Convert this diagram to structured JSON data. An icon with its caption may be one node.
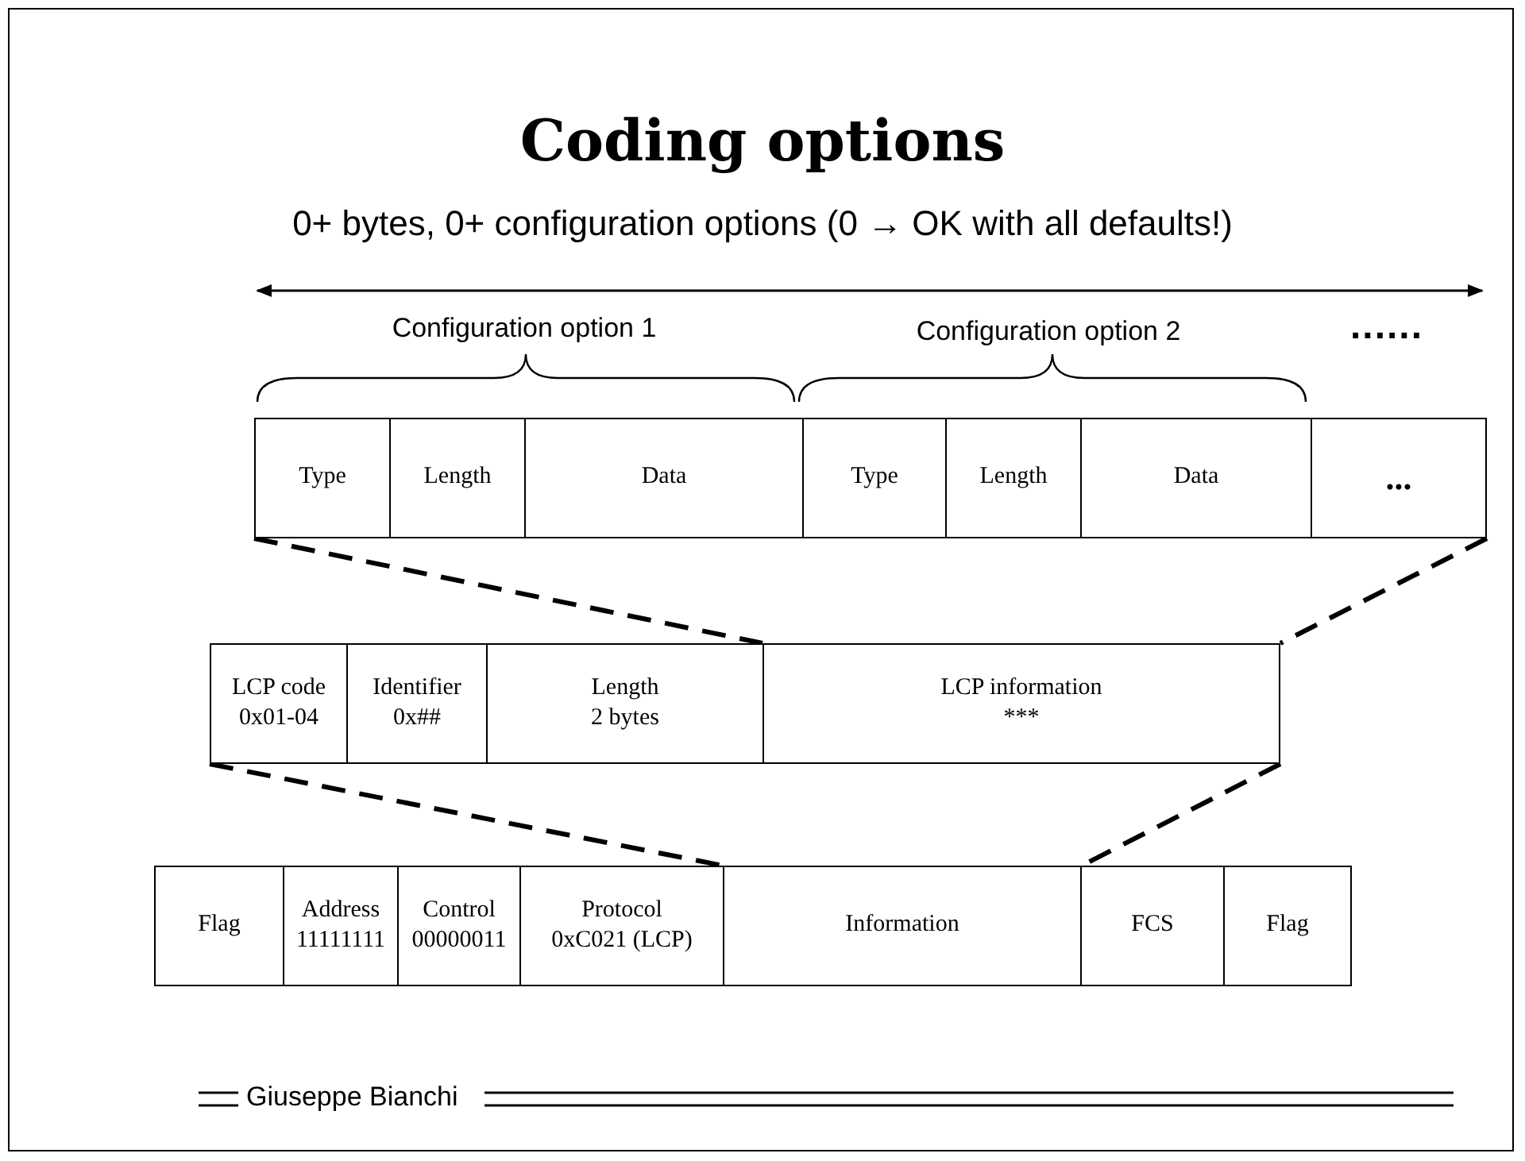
{
  "diagram": {
    "title": "Coding options",
    "nodes": [
      {
        "text": [
          "Type"
        ]
      },
      {
        "text": [
          "Length"
        ]
      },
      {
        "text": [
          "Data"
        ]
      },
      {
        "text": [
          "Type"
        ]
      },
      {
        "text": [
          "Length"
        ]
      },
      {
        "text": [
          "Data"
        ]
      },
      {
        "text": [
          "..."
        ]
      },
      {
        "text": [
          "LCP code",
          "0x01-04"
        ]
      },
      {
        "text": [
          "Identifier",
          "0x##"
        ]
      },
      {
        "text": [
          "Length",
          "2 bytes"
        ]
      },
      {
        "text": [
          "LCP information",
          "***"
        ]
      },
      {
        "text": [
          "Flag"
        ]
      },
      {
        "text": [
          "Address",
          "11111111"
        ]
      },
      {
        "text": [
          "Control",
          "00000011"
        ]
      },
      {
        "text": [
          "Protocol",
          "0xC021 (LCP)"
        ]
      },
      {
        "text": [
          "Information"
        ]
      },
      {
        "text": [
          "FCS"
        ]
      },
      {
        "text": [
          "Flag"
        ]
      }
    ],
    "edges": [
      {
        "from": 0,
        "to": 10,
        "arrow": "none",
        "style": "dashed"
      },
      {
        "from": 6,
        "to": 10,
        "arrow": "none",
        "style": "dashed"
      },
      {
        "from": 7,
        "to": 15,
        "arrow": "none",
        "style": "dashed"
      },
      {
        "from": 10,
        "to": 15,
        "arrow": "none",
        "style": "dashed"
      }
    ],
    "labels": [
      "0+ bytes, 0+ configuration options (0 → OK with all defaults!)",
      "Configuration option 1",
      "Configuration option 2",
      "......",
      "Giuseppe Bianchi"
    ]
  }
}
